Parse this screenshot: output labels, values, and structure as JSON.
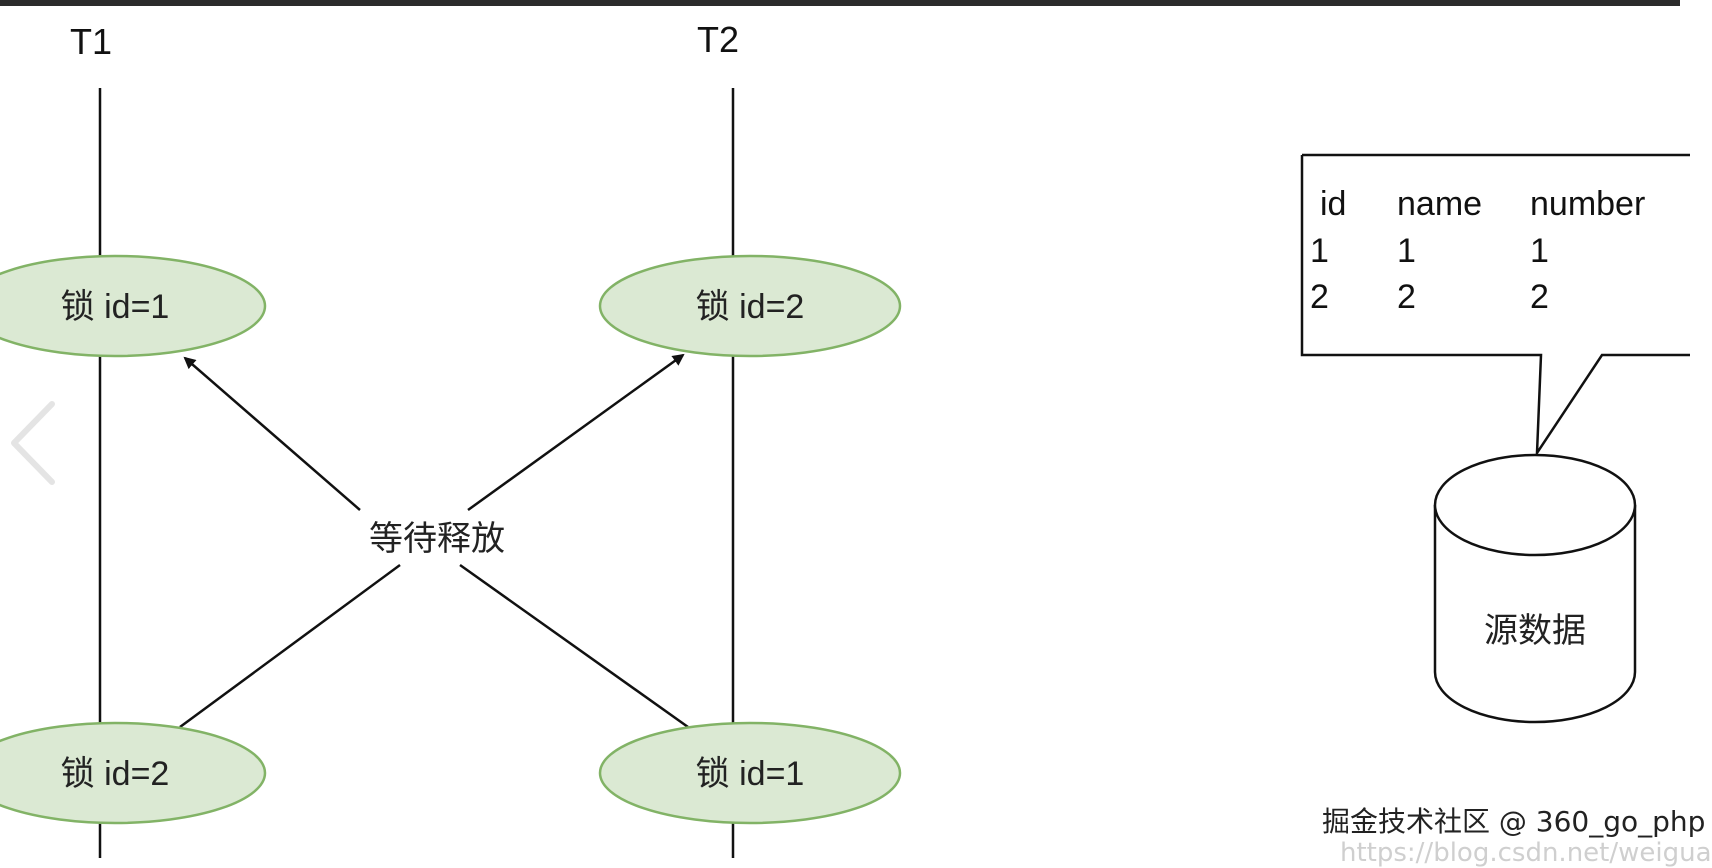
{
  "lanes": [
    {
      "label": "T1",
      "top_lock": "锁 id=1",
      "bottom_lock": "锁 id=2"
    },
    {
      "label": "T2",
      "top_lock": "锁 id=2",
      "bottom_lock": "锁 id=1"
    }
  ],
  "wait_label": "等待释放",
  "table": {
    "headers": [
      "id",
      "name",
      "number"
    ],
    "rows": [
      [
        "1",
        "1",
        "1"
      ],
      [
        "2",
        "2",
        "2"
      ]
    ]
  },
  "database": {
    "label": "源数据"
  },
  "watermark": "掘金技术社区 @ 360_go_php",
  "url": "https://blog.csdn.net/weigua",
  "colors": {
    "lock_fill": "#dbe9d3",
    "lock_stroke": "#82b366",
    "line": "#111111"
  },
  "icons": {
    "nav_prev": "chevron-left-icon"
  }
}
